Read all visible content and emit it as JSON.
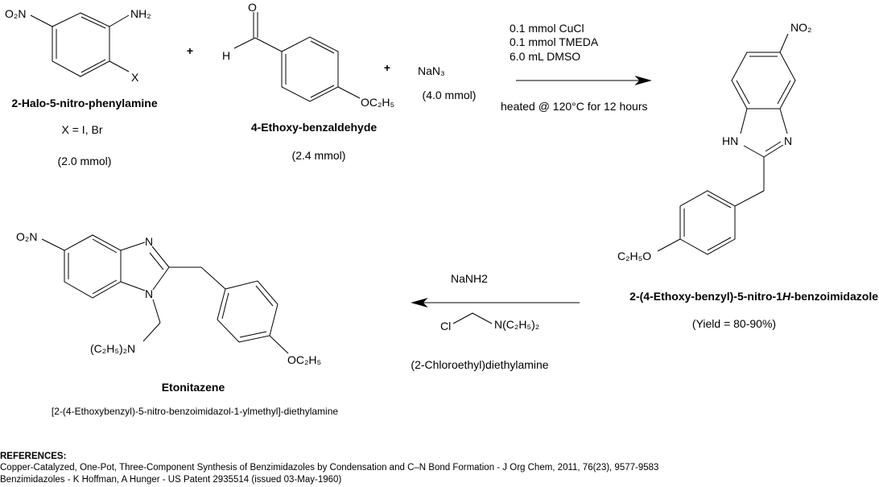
{
  "reactant1": {
    "no2": "O₂N",
    "nh2": "NH₂",
    "x": "X",
    "name": "2-Halo-5-nitro-phenylamine",
    "note": "X = I, Br",
    "amount": "(2.0 mmol)"
  },
  "plus": "+",
  "reactant2": {
    "o": "O",
    "h": "H",
    "oet": "OC₂H₅",
    "name": "4-Ethoxy-benzaldehyde",
    "amount": "(2.4 mmol)"
  },
  "reactant3": {
    "formula": "NaN₃",
    "amount": "(4.0 mmol)"
  },
  "step1": {
    "conditions": [
      "0.1 mmol CuCl",
      "0.1 mmol TMEDA",
      "6.0 mL DMSO"
    ],
    "heat": "heated @ 120°C for 12 hours"
  },
  "intermediate": {
    "no2": "NO₂",
    "hn": "HN",
    "n": "N",
    "oet": "C₂H₅O",
    "name_pre": "2-(4-Ethoxy-benzyl)-5-nitro-1",
    "name_italic": "H",
    "name_post": "-benzoimidazole",
    "yield": "(Yield = 80-90%)"
  },
  "step2": {
    "reagent": "NaNH2",
    "cl": "Cl",
    "amine": "N(C₂H₅)₂",
    "reagent2_name": "(2-Chloroethyl)diethylamine"
  },
  "product": {
    "no2": "O₂N",
    "n3": "N",
    "n1": "N",
    "net2": "(C₂H₅)₂N",
    "oet": "OC₂H₅",
    "name": "Etonitazene",
    "iupac": "[2-(4-Ethoxybenzyl)-5-nitro-benzoimidazol-1-ylmethyl]-diethylamine"
  },
  "references": {
    "heading": "REFERENCES:",
    "items": [
      "Copper-Catalyzed, One-Pot, Three-Component Synthesis of Benzimidazoles by Condensation and C–N Bond Formation - J Org Chem, 2011, 76(23), 9577-9583",
      "Benzimidazoles - K Hoffman, A Hunger - US Patent 2935514 (issued 03-May-1960)"
    ]
  }
}
